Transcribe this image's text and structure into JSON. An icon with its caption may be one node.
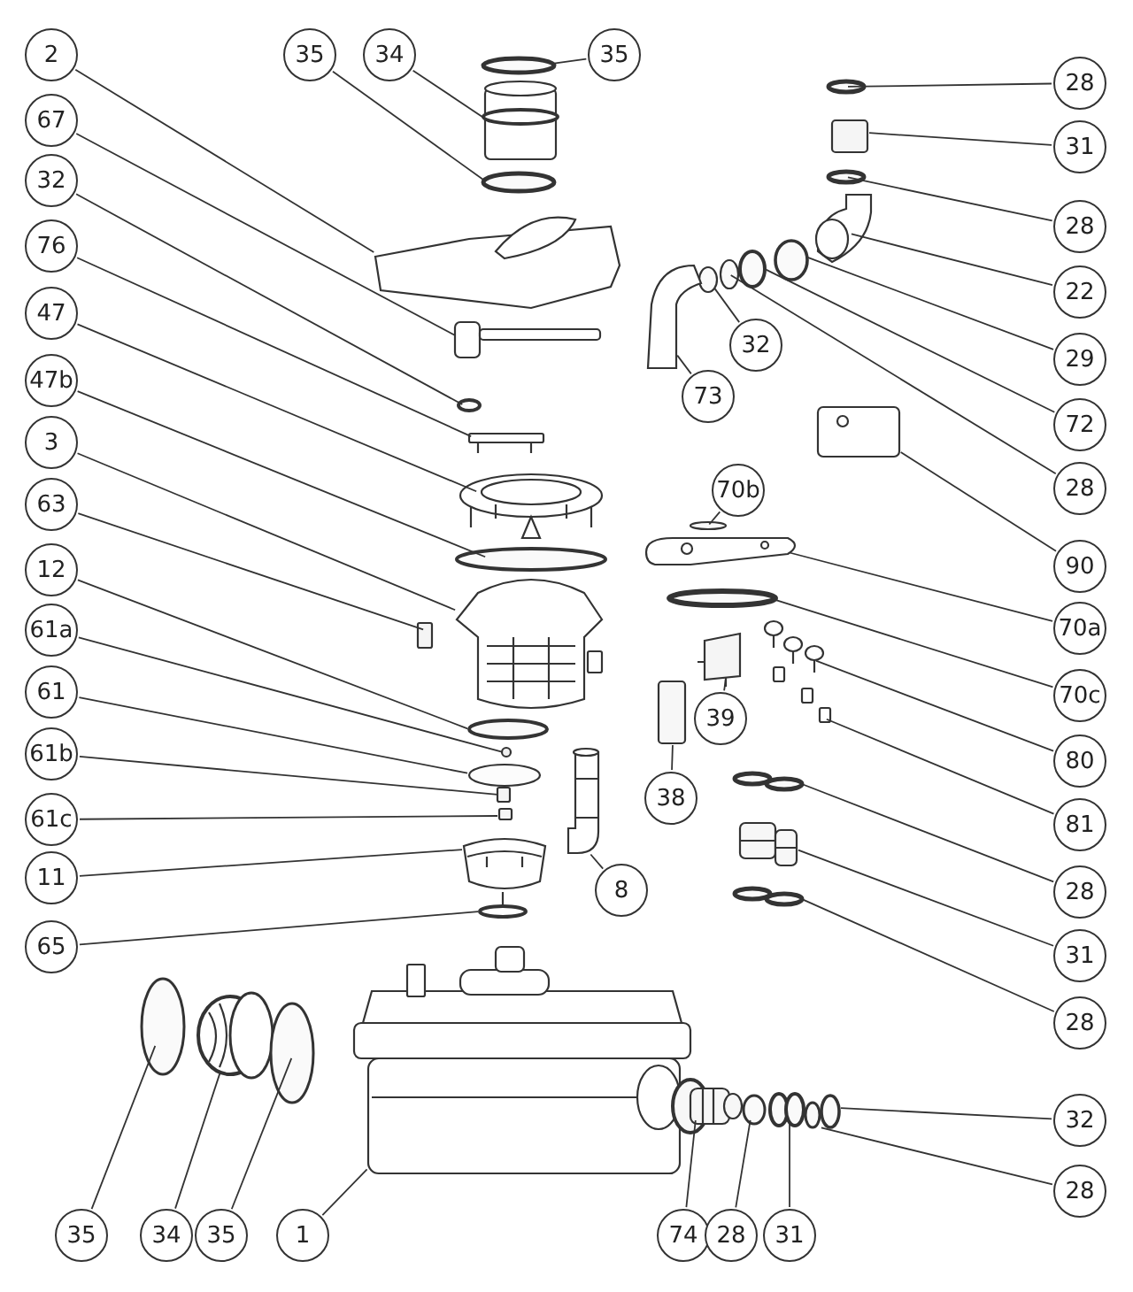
{
  "diagram": {
    "nodes": [
      {
        "text": [
          "2"
        ]
      },
      {
        "text": [
          "67"
        ]
      },
      {
        "text": [
          "32"
        ]
      },
      {
        "text": [
          "76"
        ]
      },
      {
        "text": [
          "47"
        ]
      },
      {
        "text": [
          "47b"
        ]
      },
      {
        "text": [
          "3"
        ]
      },
      {
        "text": [
          "63"
        ]
      },
      {
        "text": [
          "12"
        ]
      },
      {
        "text": [
          "61a"
        ]
      },
      {
        "text": [
          "61"
        ]
      },
      {
        "text": [
          "61b"
        ]
      },
      {
        "text": [
          "61c"
        ]
      },
      {
        "text": [
          "11"
        ]
      },
      {
        "text": [
          "65"
        ]
      },
      {
        "text": [
          "35"
        ]
      },
      {
        "text": [
          "34"
        ]
      },
      {
        "text": [
          "35"
        ]
      },
      {
        "text": [
          "28"
        ]
      },
      {
        "text": [
          "31"
        ]
      },
      {
        "text": [
          "28"
        ]
      },
      {
        "text": [
          "22"
        ]
      },
      {
        "text": [
          "29"
        ]
      },
      {
        "text": [
          "72"
        ]
      },
      {
        "text": [
          "28"
        ]
      },
      {
        "text": [
          "32"
        ]
      },
      {
        "text": [
          "73"
        ]
      },
      {
        "text": [
          "90"
        ]
      },
      {
        "text": [
          "70b"
        ]
      },
      {
        "text": [
          "70a"
        ]
      },
      {
        "text": [
          "70c"
        ]
      },
      {
        "text": [
          "80"
        ]
      },
      {
        "text": [
          "81"
        ]
      },
      {
        "text": [
          "39"
        ]
      },
      {
        "text": [
          "38"
        ]
      },
      {
        "text": [
          "8"
        ]
      },
      {
        "text": [
          "28"
        ]
      },
      {
        "text": [
          "31"
        ]
      },
      {
        "text": [
          "28"
        ]
      },
      {
        "text": [
          "32"
        ]
      },
      {
        "text": [
          "28"
        ]
      },
      {
        "text": [
          "35"
        ]
      },
      {
        "text": [
          "34"
        ]
      },
      {
        "text": [
          "35"
        ]
      },
      {
        "text": [
          "1"
        ]
      },
      {
        "text": [
          "74"
        ]
      },
      {
        "text": [
          "28"
        ]
      },
      {
        "text": [
          "31"
        ]
      },
      {
        "text": [],
        "shape": "picture"
      },
      {
        "text": [],
        "shape": "picture"
      },
      {
        "text": [],
        "shape": "ring"
      },
      {
        "text": [],
        "shape": "picture"
      },
      {
        "text": [],
        "shape": "picture"
      },
      {
        "text": [],
        "shape": "ring"
      },
      {
        "text": [],
        "shape": "picture"
      },
      {
        "text": [],
        "shape": "box"
      },
      {
        "text": [],
        "shape": "ring"
      },
      {
        "text": [],
        "shape": "circle"
      },
      {
        "text": [],
        "shape": "ellipse"
      },
      {
        "text": [],
        "shape": "box"
      },
      {
        "text": [],
        "shape": "box"
      },
      {
        "text": [],
        "shape": "picture"
      },
      {
        "text": [],
        "shape": "picture"
      },
      {
        "text": [],
        "shape": "ring"
      },
      {
        "text": [],
        "shape": "picture"
      },
      {
        "text": [],
        "shape": "ring"
      },
      {
        "text": [],
        "shape": "ring"
      },
      {
        "text": [],
        "shape": "box"
      },
      {
        "text": [],
        "shape": "ring"
      },
      {
        "text": [],
        "shape": "picture"
      },
      {
        "text": [],
        "shape": "ring"
      },
      {
        "text": [],
        "shape": "ring"
      },
      {
        "text": [],
        "shape": "ring"
      },
      {
        "text": [],
        "shape": "ring"
      },
      {
        "text": [],
        "shape": "picture"
      },
      {
        "text": [],
        "shape": "picture"
      },
      {
        "text": [],
        "shape": "ring"
      },
      {
        "text": [],
        "shape": "picture"
      },
      {
        "text": [],
        "shape": "ring"
      },
      {
        "text": [],
        "shape": "picture"
      },
      {
        "text": [],
        "shape": "picture"
      },
      {
        "text": [],
        "shape": "box"
      },
      {
        "text": [],
        "shape": "cylinder"
      },
      {
        "text": [],
        "shape": "picture"
      },
      {
        "text": [],
        "shape": "ring"
      },
      {
        "text": [],
        "shape": "cylinder"
      },
      {
        "text": [],
        "shape": "ring"
      },
      {
        "text": [],
        "shape": "ring"
      },
      {
        "text": [],
        "shape": "ring"
      },
      {
        "text": [],
        "shape": "ring"
      },
      {
        "text": [],
        "shape": "picture"
      },
      {
        "text": [],
        "shape": "ring"
      },
      {
        "text": [],
        "shape": "picture"
      },
      {
        "text": [],
        "shape": "cylinder"
      },
      {
        "text": [],
        "shape": "ring"
      },
      {
        "text": [],
        "shape": "ring"
      }
    ],
    "edges": [
      {
        "from": 0,
        "to": 48,
        "arrow": "none"
      },
      {
        "from": 1,
        "to": 49,
        "arrow": "none"
      },
      {
        "from": 2,
        "to": 50,
        "arrow": "none"
      },
      {
        "from": 3,
        "to": 51,
        "arrow": "none"
      },
      {
        "from": 4,
        "to": 52,
        "arrow": "none"
      },
      {
        "from": 5,
        "to": 53,
        "arrow": "none"
      },
      {
        "from": 6,
        "to": 54,
        "arrow": "none"
      },
      {
        "from": 7,
        "to": 55,
        "arrow": "none"
      },
      {
        "from": 8,
        "to": 56,
        "arrow": "none"
      },
      {
        "from": 9,
        "to": 57,
        "arrow": "none"
      },
      {
        "from": 10,
        "to": 58,
        "arrow": "none"
      },
      {
        "from": 11,
        "to": 59,
        "arrow": "none"
      },
      {
        "from": 12,
        "to": 60,
        "arrow": "none"
      },
      {
        "from": 13,
        "to": 61,
        "arrow": "none"
      },
      {
        "from": 14,
        "to": 62,
        "arrow": "none"
      },
      {
        "from": 15,
        "to": 63,
        "arrow": "none"
      },
      {
        "from": 16,
        "to": 64,
        "arrow": "none"
      },
      {
        "from": 17,
        "to": 65,
        "arrow": "none"
      },
      {
        "from": 18,
        "to": 66,
        "arrow": "none"
      },
      {
        "from": 19,
        "to": 67,
        "arrow": "none"
      },
      {
        "from": 20,
        "to": 68,
        "arrow": "none"
      },
      {
        "from": 21,
        "to": 69,
        "arrow": "none"
      },
      {
        "from": 22,
        "to": 70,
        "arrow": "none"
      },
      {
        "from": 23,
        "to": 71,
        "arrow": "none"
      },
      {
        "from": 24,
        "to": 72,
        "arrow": "none"
      },
      {
        "from": 25,
        "to": 73,
        "arrow": "none"
      },
      {
        "from": 26,
        "to": 74,
        "arrow": "none"
      },
      {
        "from": 27,
        "to": 75,
        "arrow": "none"
      },
      {
        "from": 28,
        "to": 76,
        "arrow": "none"
      },
      {
        "from": 29,
        "to": 77,
        "arrow": "none"
      },
      {
        "from": 30,
        "to": 78,
        "arrow": "none"
      },
      {
        "from": 31,
        "to": 79,
        "arrow": "none"
      },
      {
        "from": 32,
        "to": 80,
        "arrow": "none"
      },
      {
        "from": 33,
        "to": 81,
        "arrow": "none"
      },
      {
        "from": 34,
        "to": 82,
        "arrow": "none"
      },
      {
        "from": 35,
        "to": 83,
        "arrow": "none"
      },
      {
        "from": 36,
        "to": 84,
        "arrow": "none"
      },
      {
        "from": 37,
        "to": 85,
        "arrow": "none"
      },
      {
        "from": 38,
        "to": 86,
        "arrow": "none"
      },
      {
        "from": 39,
        "to": 87,
        "arrow": "none"
      },
      {
        "from": 40,
        "to": 88,
        "arrow": "none"
      },
      {
        "from": 41,
        "to": 89,
        "arrow": "none"
      },
      {
        "from": 42,
        "to": 90,
        "arrow": "none"
      },
      {
        "from": 43,
        "to": 91,
        "arrow": "none"
      },
      {
        "from": 44,
        "to": 92,
        "arrow": "none"
      },
      {
        "from": 45,
        "to": 93,
        "arrow": "none"
      },
      {
        "from": 46,
        "to": 94,
        "arrow": "none"
      },
      {
        "from": 47,
        "to": 95,
        "arrow": "none"
      }
    ]
  }
}
